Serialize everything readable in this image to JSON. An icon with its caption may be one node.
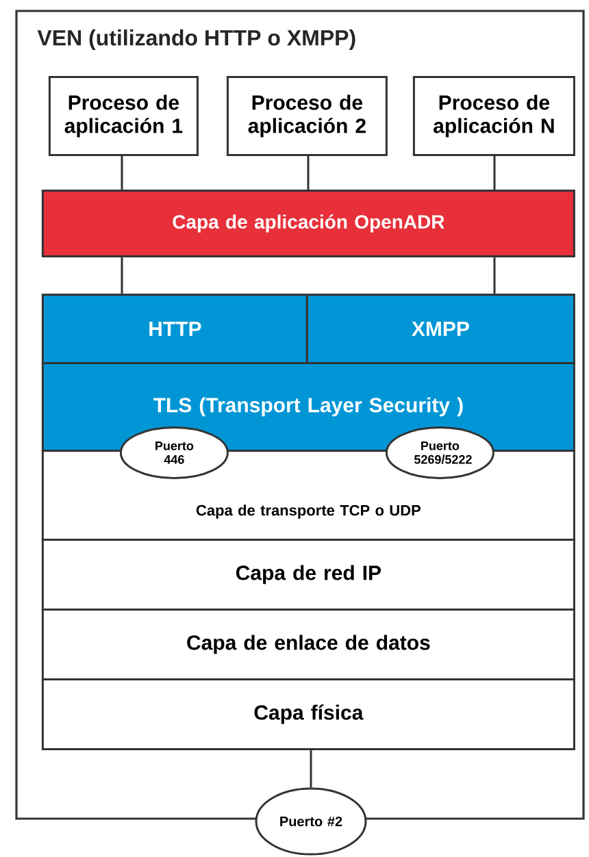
{
  "diagram": {
    "nodes": [
      {
        "text": [
          "VEN (utilizando HTTP o XMPP)"
        ]
      },
      {
        "text": [
          "Proceso de aplicación 1"
        ],
        "in": 0
      },
      {
        "text": [
          "Proceso de aplicación 2"
        ],
        "in": 0
      },
      {
        "text": [
          "Proceso de aplicación N"
        ],
        "in": 0
      },
      {
        "text": [
          "Capa de aplicación OpenADR"
        ],
        "in": 0
      },
      {
        "text": [
          "HTTP"
        ],
        "in": 0
      },
      {
        "text": [
          "XMPP"
        ],
        "in": 0
      },
      {
        "text": [
          "TLS (Transport Layer Security )"
        ],
        "in": 0
      },
      {
        "text": [
          "Puerto 446"
        ],
        "in": 0
      },
      {
        "text": [
          "Puerto 5269/5222"
        ],
        "in": 0
      },
      {
        "text": [
          "Capa de transporte TCP o UDP"
        ],
        "in": 0
      },
      {
        "text": [
          "Capa de red IP"
        ],
        "in": 0
      },
      {
        "text": [
          "Capa de enlace de datos"
        ],
        "in": 0
      },
      {
        "text": [
          "Capa física"
        ],
        "in": 0
      },
      {
        "text": [
          "Puerto #2"
        ]
      }
    ],
    "edges": [
      {
        "from": 1,
        "to": 4,
        "arrow": "none"
      },
      {
        "from": 2,
        "to": 4,
        "arrow": "none"
      },
      {
        "from": 3,
        "to": 4,
        "arrow": "none"
      },
      {
        "from": 4,
        "to": 5,
        "arrow": "none"
      },
      {
        "from": 4,
        "to": 6,
        "arrow": "none"
      },
      {
        "from": 13,
        "to": 14,
        "arrow": "none"
      }
    ]
  }
}
